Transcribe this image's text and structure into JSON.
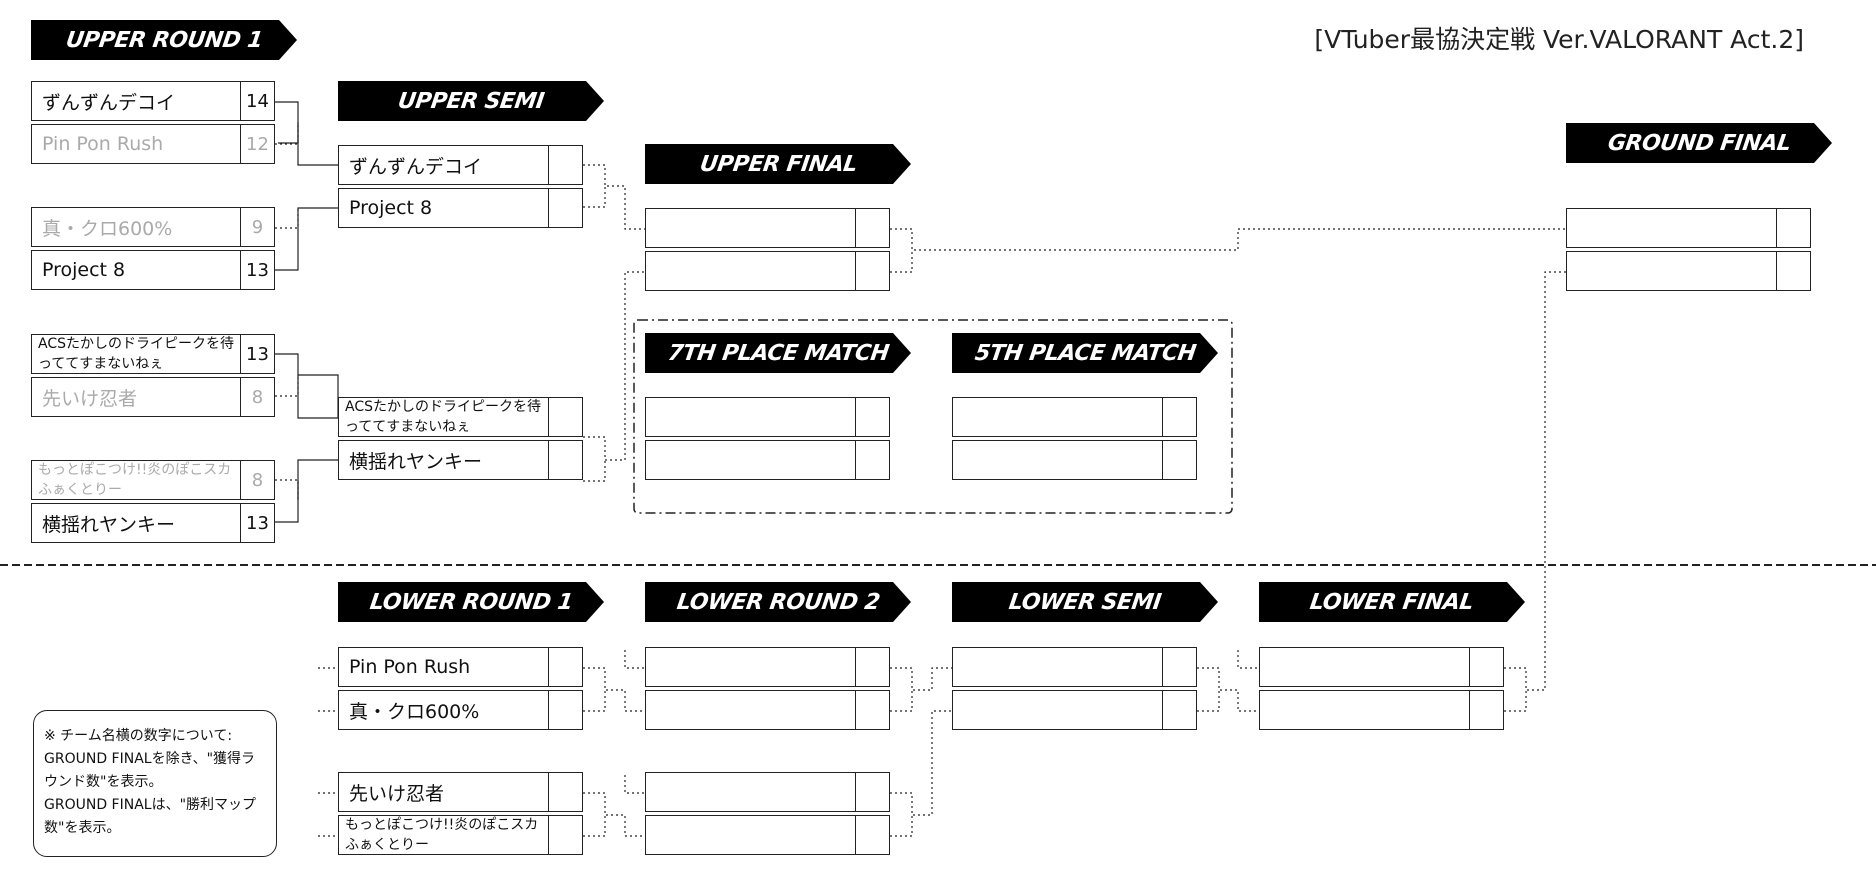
{
  "title": "[VTuber最協決定戦 Ver.VALORANT Act.2]",
  "banners": {
    "upper_round_1": "UPPER ROUND 1",
    "upper_semi": "UPPER SEMI",
    "upper_final": "UPPER FINAL",
    "ground_final": "GROUND FINAL",
    "seventh_place": "7TH PLACE MATCH",
    "fifth_place": "5TH PLACE MATCH",
    "lower_round_1": "LOWER ROUND 1",
    "lower_round_2": "LOWER ROUND 2",
    "lower_semi": "LOWER SEMI",
    "lower_final": "LOWER FINAL"
  },
  "upper_round_1": [
    {
      "top": {
        "team": "ずんずんデコイ",
        "score": "14"
      },
      "bottom": {
        "team": "Pin Pon Rush",
        "score": "12"
      }
    },
    {
      "top": {
        "team": "真・クロ600%",
        "score": "9"
      },
      "bottom": {
        "team": "Project 8",
        "score": "13"
      }
    },
    {
      "top": {
        "team": "ACSたかしのドライピークを待っててすまないねぇ",
        "score": "13"
      },
      "bottom": {
        "team": "先いけ忍者",
        "score": "8"
      }
    },
    {
      "top": {
        "team": "もっとぽこつけ!!炎のぽこスカふぁくとりー",
        "score": "8"
      },
      "bottom": {
        "team": "横揺れヤンキー",
        "score": "13"
      }
    }
  ],
  "upper_semi": [
    {
      "top": {
        "team": "ずんずんデコイ",
        "score": ""
      },
      "bottom": {
        "team": "Project 8",
        "score": ""
      }
    },
    {
      "top": {
        "team": "ACSたかしのドライピークを待っててすまないねぇ",
        "score": ""
      },
      "bottom": {
        "team": "横揺れヤンキー",
        "score": ""
      }
    }
  ],
  "lower_round_1": [
    {
      "top": {
        "team": "Pin Pon Rush",
        "score": ""
      },
      "bottom": {
        "team": "真・クロ600%",
        "score": ""
      }
    },
    {
      "top": {
        "team": "先いけ忍者",
        "score": ""
      },
      "bottom": {
        "team": "もっとぽこつけ!!炎のぽこスカふぁくとりー",
        "score": ""
      }
    }
  ],
  "note": {
    "line1": "※ チーム名横の数字について:",
    "line2": "GROUND FINALを除き、\"獲得ラウンド数\"を表示。",
    "line3": "GROUND FINALは、\"勝利マップ数\"を表示。"
  }
}
